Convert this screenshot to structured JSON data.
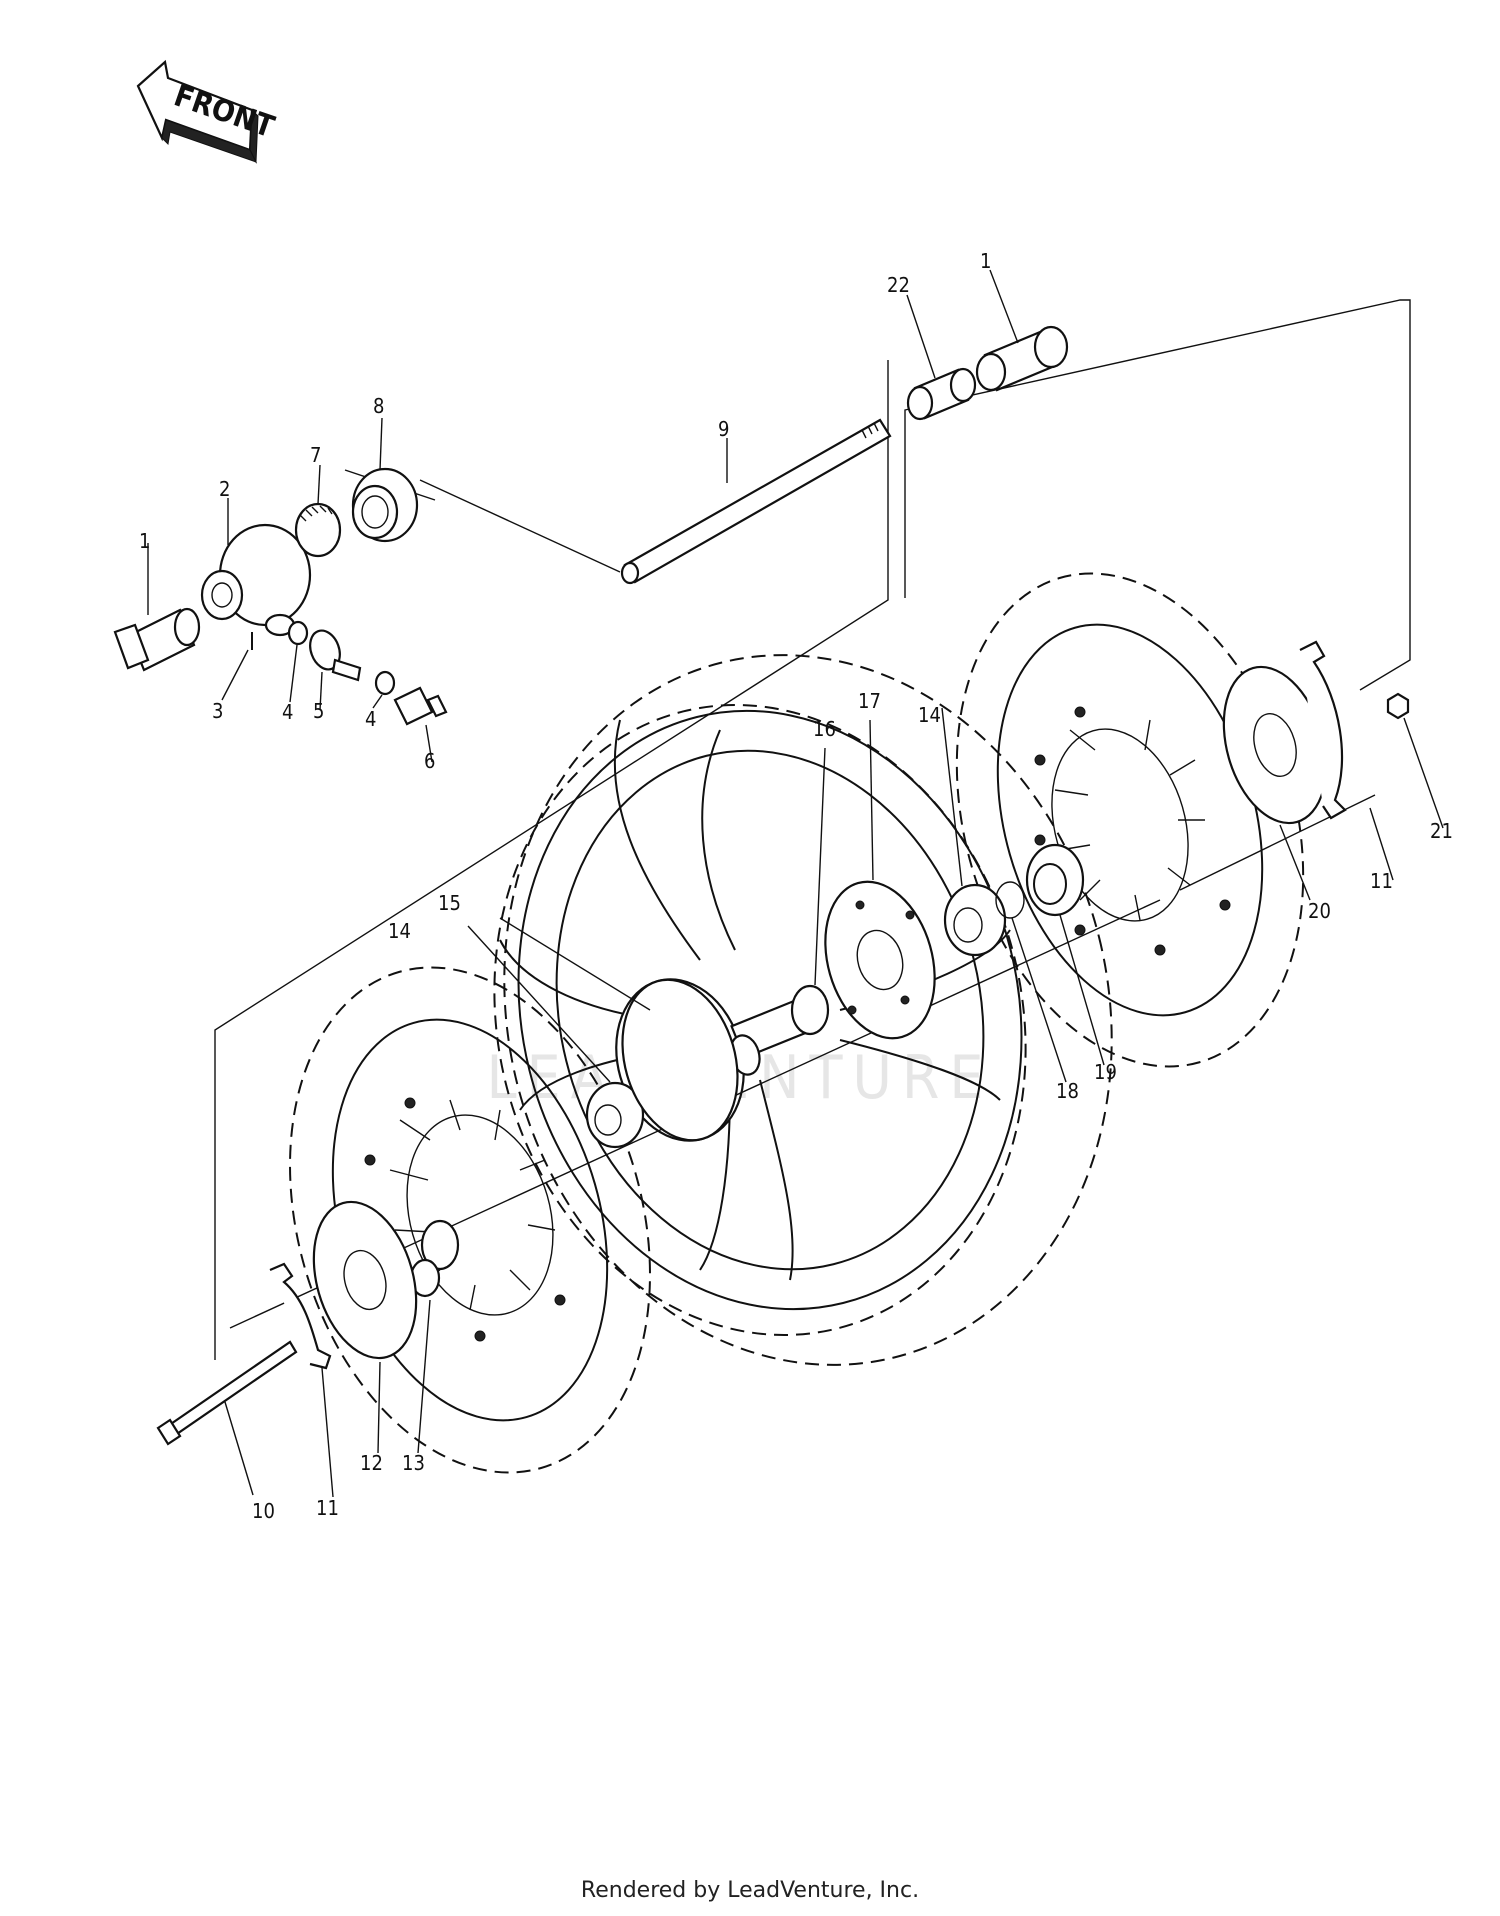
{
  "front_arrow": {
    "label": "FRONT"
  },
  "callouts": [
    {
      "id": "c1a",
      "text": "1"
    },
    {
      "id": "c1b",
      "text": "1"
    },
    {
      "id": "c2",
      "text": "2"
    },
    {
      "id": "c3",
      "text": "3"
    },
    {
      "id": "c4a",
      "text": "4"
    },
    {
      "id": "c4b",
      "text": "4"
    },
    {
      "id": "c5",
      "text": "5"
    },
    {
      "id": "c6",
      "text": "6"
    },
    {
      "id": "c7",
      "text": "7"
    },
    {
      "id": "c8",
      "text": "8"
    },
    {
      "id": "c9",
      "text": "9"
    },
    {
      "id": "c10",
      "text": "10"
    },
    {
      "id": "c11a",
      "text": "11"
    },
    {
      "id": "c11b",
      "text": "11"
    },
    {
      "id": "c12",
      "text": "12"
    },
    {
      "id": "c13",
      "text": "13"
    },
    {
      "id": "c14a",
      "text": "14"
    },
    {
      "id": "c14b",
      "text": "14"
    },
    {
      "id": "c15",
      "text": "15"
    },
    {
      "id": "c16",
      "text": "16"
    },
    {
      "id": "c17",
      "text": "17"
    },
    {
      "id": "c18",
      "text": "18"
    },
    {
      "id": "c19",
      "text": "19"
    },
    {
      "id": "c20",
      "text": "20"
    },
    {
      "id": "c21",
      "text": "21"
    },
    {
      "id": "c22",
      "text": "22"
    }
  ],
  "watermark": "LEADVENTURE",
  "footer": "Rendered by LeadVenture, Inc."
}
